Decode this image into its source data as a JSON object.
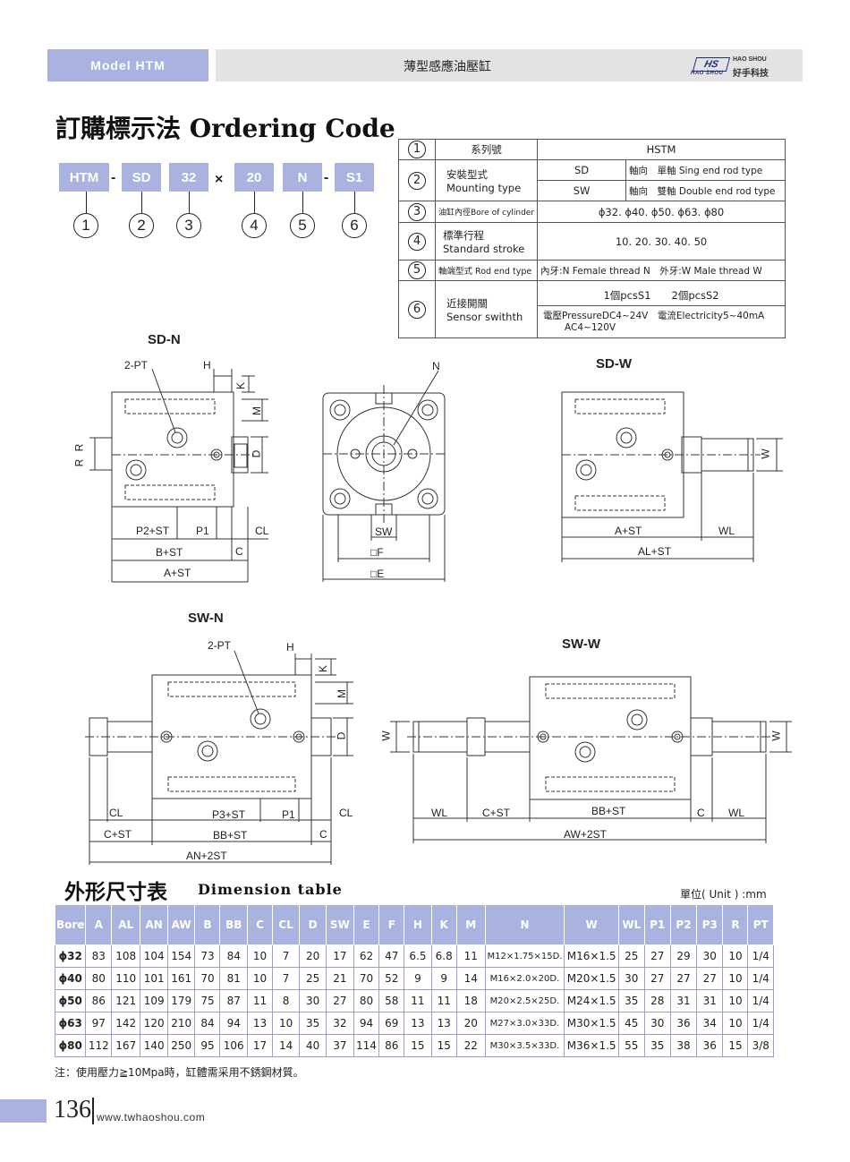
{
  "header": {
    "model": "Model HTM",
    "title": "薄型感應油壓缸",
    "logo": {
      "mark": "HS",
      "sub": "HAO SHOU",
      "en": "HAO SHOU",
      "zh": "好手科技"
    }
  },
  "ordering": {
    "title": "訂購標示法 Ordering Code",
    "codes": [
      "HTM",
      "SD",
      "32",
      "20",
      "N",
      "S1"
    ],
    "separators": [
      "-",
      "-",
      "×",
      "-"
    ],
    "numbers": [
      "1",
      "2",
      "3",
      "4",
      "5",
      "6"
    ],
    "spec": [
      {
        "no": "1",
        "label": "系列號",
        "value": "HSTM"
      },
      {
        "no": "2",
        "label_zh": "安裝型式",
        "label_en": "Mounting type",
        "options": [
          {
            "code": "SD",
            "desc": "軸向　單軸 Sing end rod type"
          },
          {
            "code": "SW",
            "desc": "軸向　雙軸 Double end rod type"
          }
        ]
      },
      {
        "no": "3",
        "label": "油缸內徑Bore of cylinder",
        "value": "ϕ32. ϕ40. ϕ50. ϕ63. ϕ80"
      },
      {
        "no": "4",
        "label_zh": "標準行程",
        "label_en": "Standard stroke",
        "value": "10. 20. 30. 40. 50"
      },
      {
        "no": "5",
        "label": "軸端型式 Rod end type",
        "value": "內牙:N Female thread N　外牙:W Male thread W"
      },
      {
        "no": "6",
        "label_zh": "近接開關",
        "label_en": "Sensor swithth",
        "line1": "1個pcsS1　　2個pcsS2",
        "line2": "電壓PressureDC4~24V　電流Electricity5~40mA",
        "line3": "AC4~120V"
      }
    ]
  },
  "drawings": {
    "sdn": {
      "title": "SD-N",
      "labels": [
        "2-PT",
        "H",
        "K",
        "M",
        "D",
        "R",
        "R",
        "P2+ST",
        "P1",
        "CL",
        "B+ST",
        "C",
        "A+ST"
      ]
    },
    "front": {
      "labels": [
        "N",
        "SW",
        "□F",
        "□E"
      ]
    },
    "sdw": {
      "title": "SD-W",
      "labels": [
        "W",
        "A+ST",
        "WL",
        "AL+ST"
      ]
    },
    "swn": {
      "title": "SW-N",
      "labels": [
        "2-PT",
        "H",
        "K",
        "M",
        "D",
        "CL",
        "P3+ST",
        "P1",
        "CL",
        "C+ST",
        "BB+ST",
        "C",
        "AN+2ST"
      ]
    },
    "sww": {
      "title": "SW-W",
      "labels": [
        "W",
        "W",
        "WL",
        "C+ST",
        "BB+ST",
        "C",
        "WL",
        "AW+2ST"
      ]
    }
  },
  "dimension": {
    "title_zh": "外形尺寸表",
    "title_en": "Dimension table",
    "unit": "單位( Unit ) :mm",
    "headers": [
      "Bore",
      "A",
      "AL",
      "AN",
      "AW",
      "B",
      "BB",
      "C",
      "CL",
      "D",
      "SW",
      "E",
      "F",
      "H",
      "K",
      "M",
      "N",
      "W",
      "WL",
      "P1",
      "P2",
      "P3",
      "R",
      "PT"
    ],
    "rows": [
      [
        "ϕ32",
        "83",
        "108",
        "104",
        "154",
        "73",
        "84",
        "10",
        "7",
        "20",
        "17",
        "62",
        "47",
        "6.5",
        "6.8",
        "11",
        "M12×1.75×15D.",
        "M16×1.5",
        "25",
        "27",
        "29",
        "30",
        "10",
        "1/4"
      ],
      [
        "ϕ40",
        "80",
        "110",
        "101",
        "161",
        "70",
        "81",
        "10",
        "7",
        "25",
        "21",
        "70",
        "52",
        "9",
        "9",
        "14",
        "M16×2.0×20D.",
        "M20×1.5",
        "30",
        "27",
        "27",
        "27",
        "10",
        "1/4"
      ],
      [
        "ϕ50",
        "86",
        "121",
        "109",
        "179",
        "75",
        "87",
        "11",
        "8",
        "30",
        "27",
        "80",
        "58",
        "11",
        "11",
        "18",
        "M20×2.5×25D.",
        "M24×1.5",
        "35",
        "28",
        "31",
        "31",
        "10",
        "1/4"
      ],
      [
        "ϕ63",
        "97",
        "142",
        "120",
        "210",
        "84",
        "94",
        "13",
        "10",
        "35",
        "32",
        "94",
        "69",
        "13",
        "13",
        "20",
        "M27×3.0×33D.",
        "M30×1.5",
        "45",
        "30",
        "36",
        "34",
        "10",
        "1/4"
      ],
      [
        "ϕ80",
        "112",
        "167",
        "140",
        "250",
        "95",
        "106",
        "17",
        "14",
        "40",
        "37",
        "114",
        "86",
        "15",
        "15",
        "22",
        "M30×3.5×33D.",
        "M36×1.5",
        "55",
        "35",
        "38",
        "36",
        "15",
        "3/8"
      ]
    ],
    "note": "注：使用壓力≧10Mpa時，缸體需采用不銹鋼材質。"
  },
  "footer": {
    "page": "136",
    "url": "www.twhaoshou.com"
  }
}
